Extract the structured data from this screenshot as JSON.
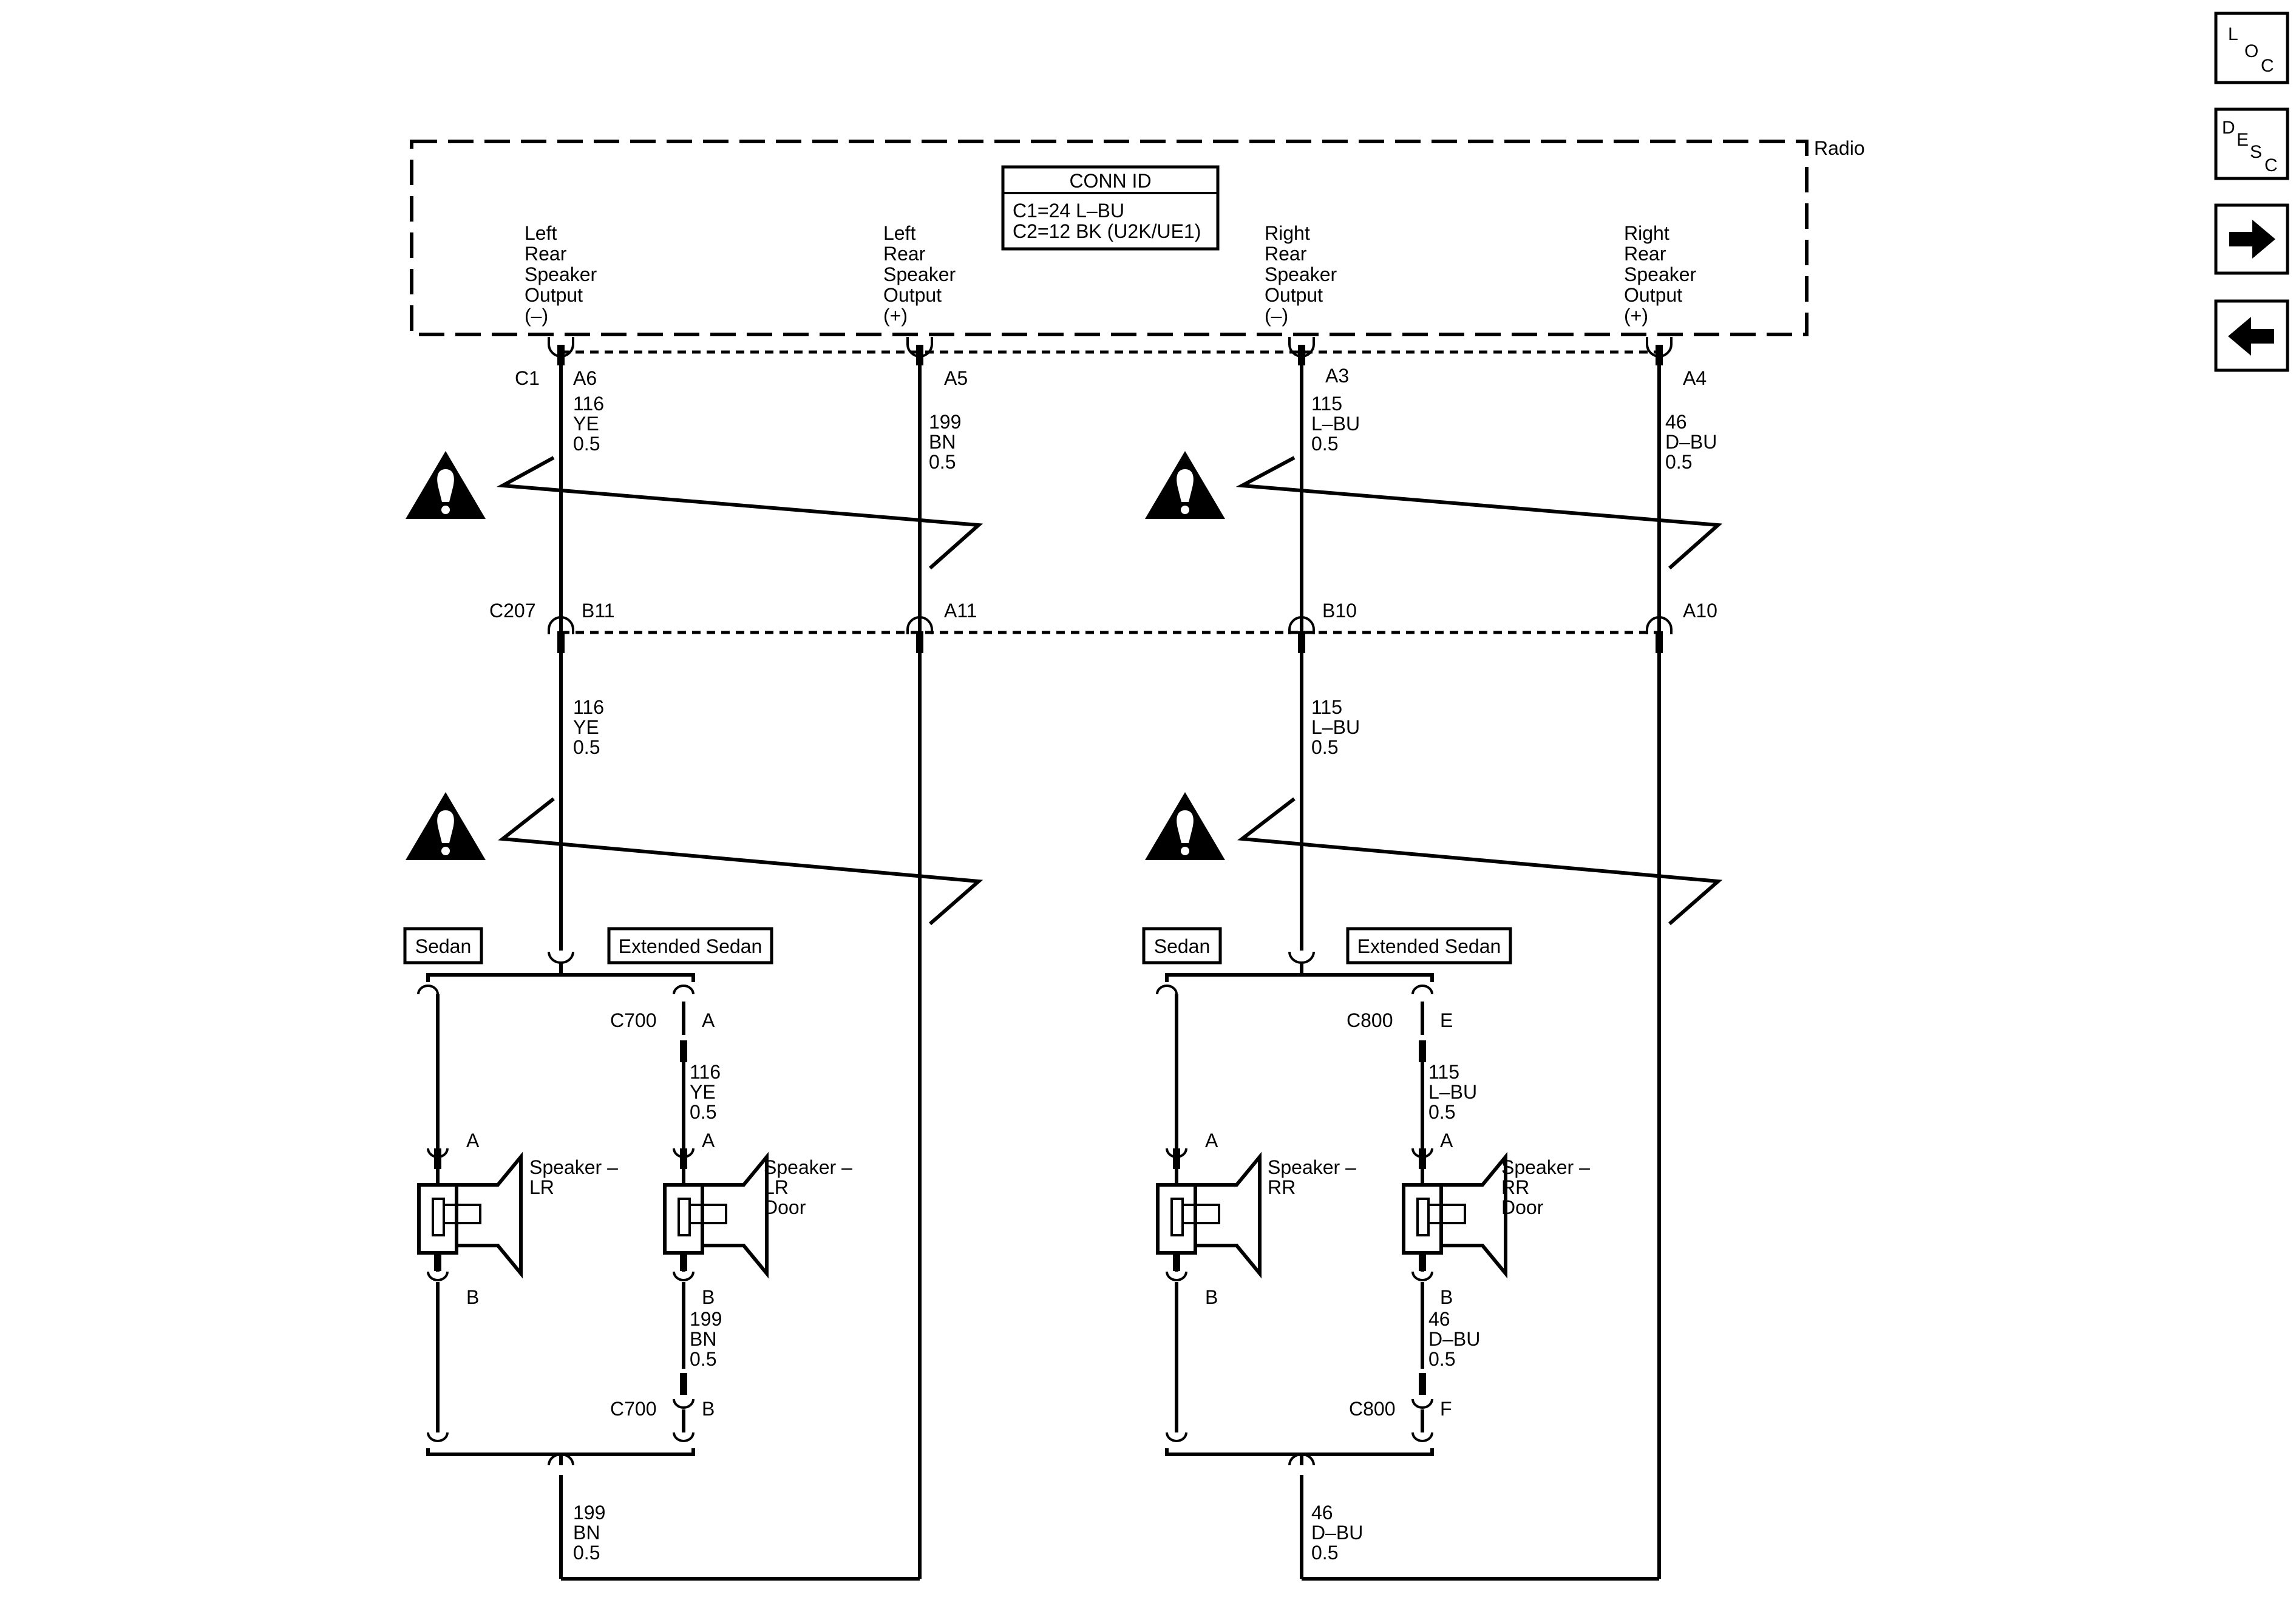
{
  "module": "Radio",
  "conn_id": {
    "title": "CONN ID",
    "lines": [
      "C1=24 L–BU",
      "C2=12 BK (U2K/UE1)"
    ]
  },
  "outputs": [
    [
      "Left",
      "Rear",
      "Speaker",
      "Output",
      "(–)"
    ],
    [
      "Left",
      "Rear",
      "Speaker",
      "Output",
      "(+)"
    ],
    [
      "Right",
      "Rear",
      "Speaker",
      "Output",
      "(–)"
    ],
    [
      "Right",
      "Rear",
      "Speaker",
      "Output",
      "(+)"
    ]
  ],
  "connectors": {
    "c1": "C1",
    "c1_pins": [
      "A6",
      "A5",
      "A3",
      "A4"
    ],
    "c207": "C207",
    "c207_pins": [
      "B11",
      "A11",
      "B10",
      "A10"
    ],
    "c700": "C700",
    "c800": "C800",
    "c700_a": "A",
    "c700_b": "B",
    "c800_e": "E",
    "c800_f": "F"
  },
  "wires": {
    "ye": [
      "116",
      "YE",
      "0.5"
    ],
    "bn": [
      "199",
      "BN",
      "0.5"
    ],
    "lbu": [
      "115",
      "L–BU",
      "0.5"
    ],
    "dbu": [
      "46",
      "D–BU",
      "0.5"
    ]
  },
  "variants": {
    "sedan": "Sedan",
    "extended": "Extended Sedan"
  },
  "speakers": {
    "lr": [
      "Speaker –",
      "LR"
    ],
    "lr_door": [
      "Speaker –",
      "LR",
      "Door"
    ],
    "rr": [
      "Speaker –",
      "RR"
    ],
    "rr_door": [
      "Speaker –",
      "RR",
      "Door"
    ],
    "pin_a": "A",
    "pin_b": "B"
  },
  "nav": {
    "loc": [
      "L",
      "O",
      "C"
    ],
    "desc": [
      "D",
      "E",
      "S",
      "C"
    ]
  }
}
